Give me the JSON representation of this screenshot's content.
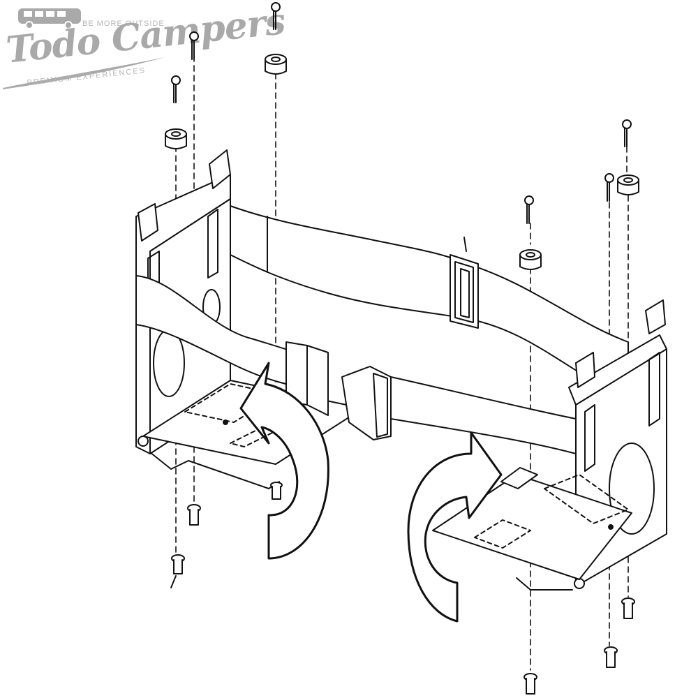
{
  "logo": {
    "tagline_top": "BE MORE OUTSIDE",
    "brand": "Todo Campers",
    "tagline_bottom": "PREMIUM EXPERIENCES",
    "color": "#a9a9a9"
  },
  "diagram": {
    "line_color": "#111111",
    "fill_color": "#ffffff",
    "icons": [
      "van-icon",
      "screw-icon",
      "spacer-icon",
      "rivet-nut-icon",
      "buckle-icon",
      "rotate-arrow-icon"
    ]
  }
}
